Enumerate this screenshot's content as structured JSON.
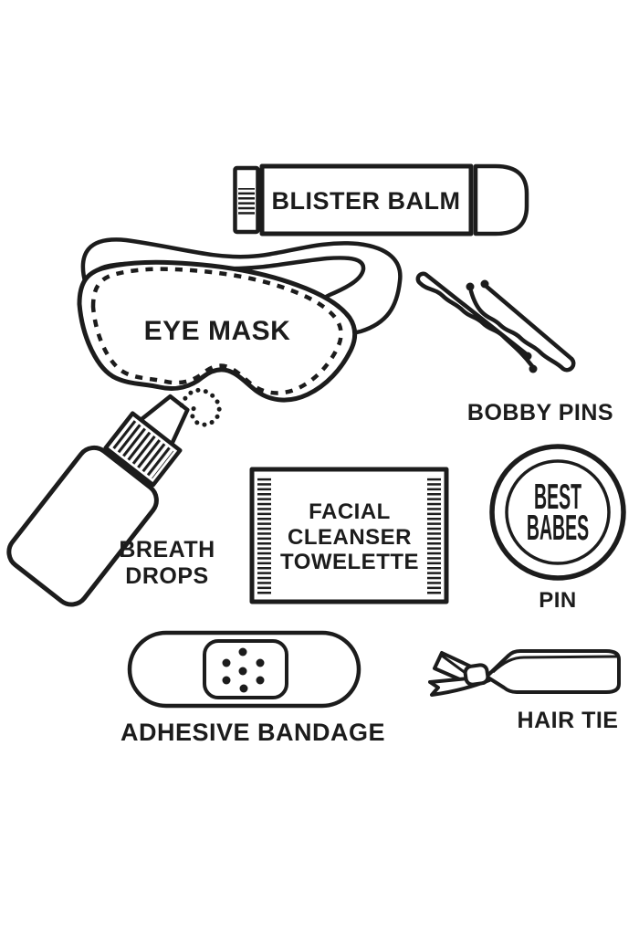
{
  "page": {
    "background": "#ffffff",
    "ink": "#1c1c1c"
  },
  "items": {
    "blister_balm": {
      "label": "BLISTER BALM"
    },
    "eye_mask": {
      "label": "EYE MASK"
    },
    "bobby_pins": {
      "label": "BOBBY PINS"
    },
    "breath_drops": {
      "label_line1": "BREATH",
      "label_line2": "DROPS"
    },
    "facial_towelette": {
      "label_line1": "FACIAL",
      "label_line2": "CLEANSER",
      "label_line3": "TOWELETTE"
    },
    "pin": {
      "badge_line1": "BEST",
      "badge_line2": "BABES",
      "label": "PIN"
    },
    "adhesive_bandage": {
      "label": "ADHESIVE BANDAGE"
    },
    "hair_tie": {
      "label": "HAIR TIE"
    }
  }
}
